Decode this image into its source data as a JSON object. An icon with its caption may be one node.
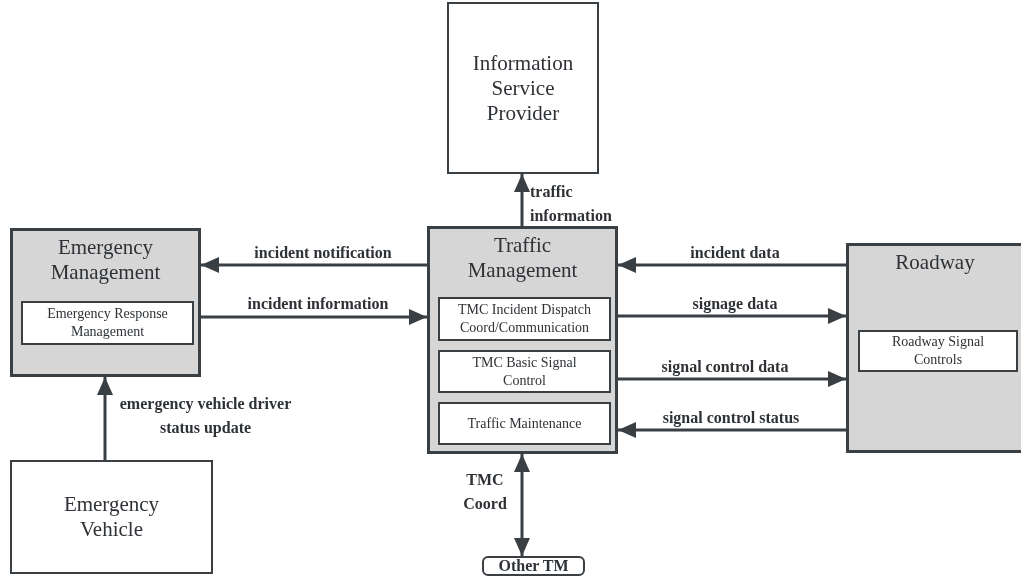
{
  "diagram": {
    "nodes": [
      {
        "text": [
          "Information Service Provider"
        ]
      },
      {
        "text": [
          "Emergency Management"
        ]
      },
      {
        "text": [
          "Emergency Response Management"
        ],
        "in": 1
      },
      {
        "text": [
          "Traffic Management"
        ]
      },
      {
        "text": [
          "TMC Incident Dispatch Coord/Communication"
        ],
        "in": 3
      },
      {
        "text": [
          "TMC Basic Signal Control"
        ],
        "in": 3
      },
      {
        "text": [
          "Traffic Maintenance"
        ],
        "in": 3
      },
      {
        "text": [
          "Roadway"
        ]
      },
      {
        "text": [
          "Roadway Signal Controls"
        ],
        "in": 7
      },
      {
        "text": [
          "Emergency Vehicle"
        ]
      },
      {
        "text": [
          "Other TM"
        ]
      }
    ],
    "edges": [
      {
        "from": 3,
        "to": 0,
        "arrow": "to",
        "label": "traffic information"
      },
      {
        "from": 3,
        "to": 1,
        "arrow": "to",
        "label": "incident notification"
      },
      {
        "from": 1,
        "to": 3,
        "arrow": "to",
        "label": "incident information"
      },
      {
        "from": 9,
        "to": 1,
        "arrow": "to",
        "label": "emergency vehicle driver status update"
      },
      {
        "from": 7,
        "to": 3,
        "arrow": "to",
        "label": "incident data"
      },
      {
        "from": 3,
        "to": 7,
        "arrow": "to",
        "label": "signage data"
      },
      {
        "from": 3,
        "to": 7,
        "arrow": "to",
        "label": "signal control data"
      },
      {
        "from": 7,
        "to": 3,
        "arrow": "to",
        "label": "signal control status"
      },
      {
        "from": 3,
        "to": 10,
        "arrow": "both",
        "label": "TMC Coord"
      }
    ]
  }
}
